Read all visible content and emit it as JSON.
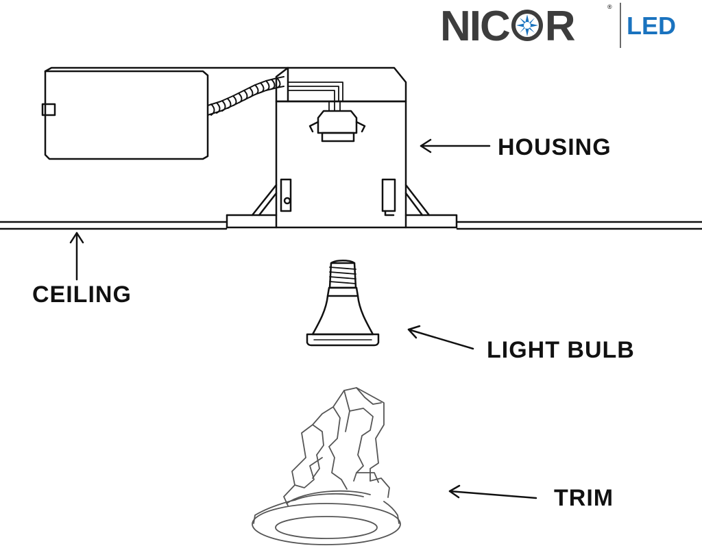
{
  "brand": {
    "name_left": "NIC",
    "name_right": "R",
    "registered": "®",
    "sub": "LED",
    "colors": {
      "name": "#3d3d3d",
      "sub": "#1a73bf",
      "star": "#1a73bf"
    },
    "star_icon": "starburst-icon"
  },
  "labels": {
    "housing": "HOUSING",
    "ceiling": "CEILING",
    "light_bulb": "LIGHT BULB",
    "trim": "TRIM"
  }
}
